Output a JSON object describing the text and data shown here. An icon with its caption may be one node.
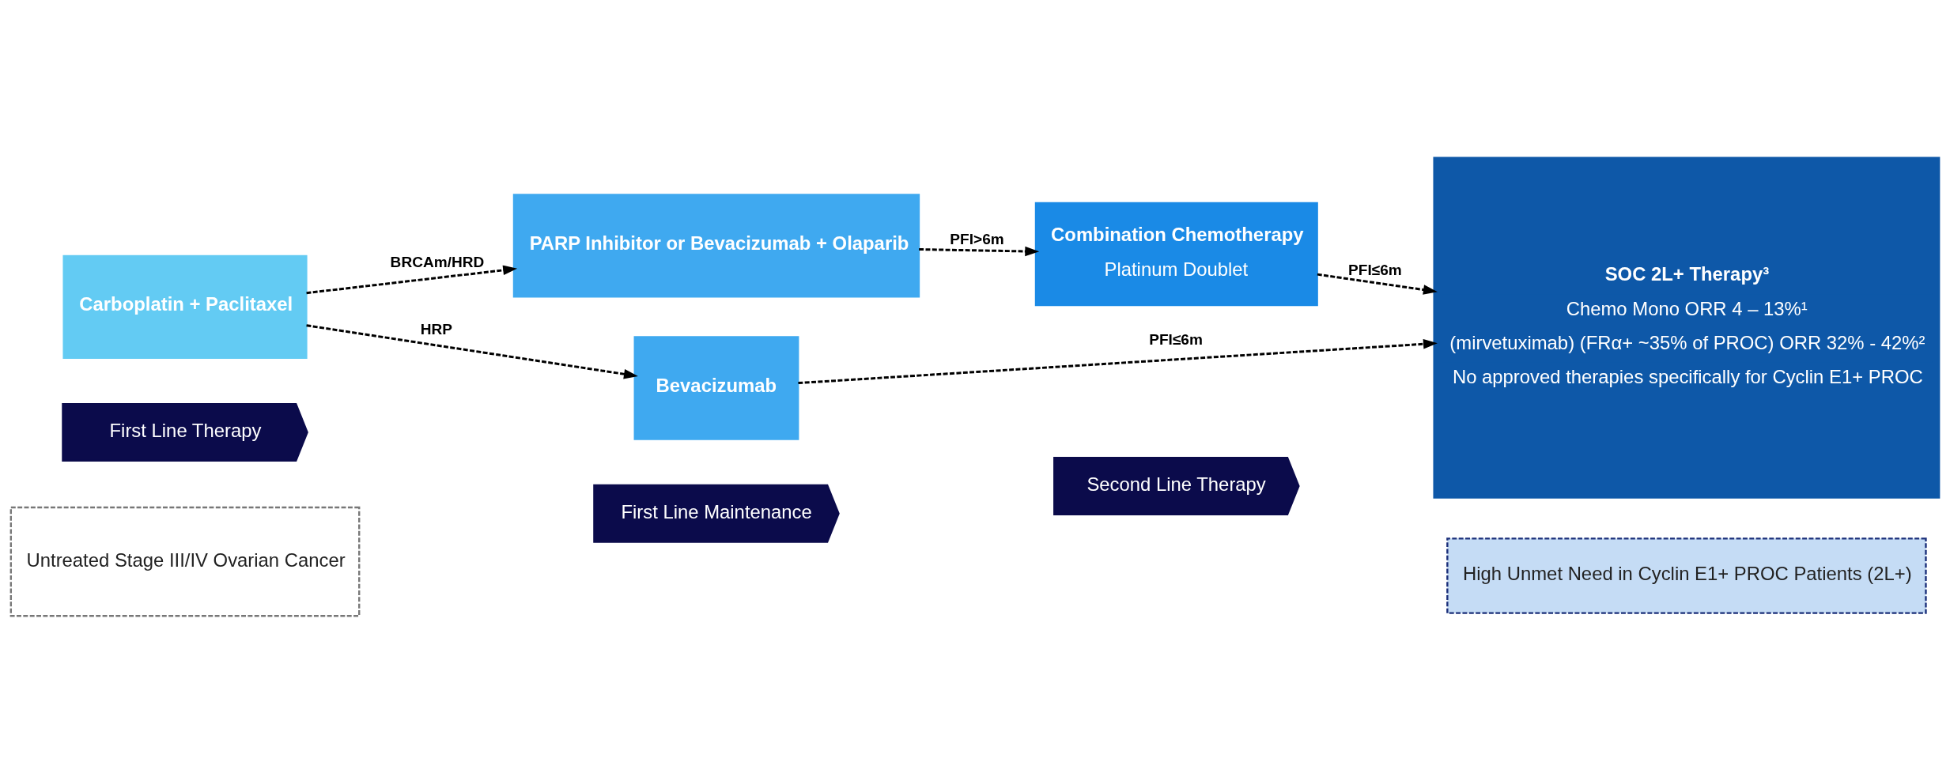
{
  "diagram": {
    "nodes": [
      {
        "text": [
          "Untreated Stage III/IV Ovarian Cancer"
        ]
      },
      {
        "text": [
          "First Line Therapy"
        ]
      },
      {
        "text": [
          "First Line Maintenance"
        ]
      },
      {
        "text": [
          "Second Line Therapy"
        ]
      },
      {
        "text": [
          "High Unmet Need in Cyclin E1+ PROC Patients (2L+)"
        ]
      },
      {
        "text": [
          "Carboplatin + Paclitaxel"
        ]
      },
      {
        "text": [
          "PARP Inhibitor or Bevacizumab + Olaparib"
        ]
      },
      {
        "text": [
          "Bevacizumab"
        ]
      },
      {
        "text": [
          "Combination Chemotherapy",
          "Platinum Doublet"
        ]
      },
      {
        "text": [
          "SOC 2L+ Therapy³",
          "Chemo Mono ORR 4 – 13%¹",
          "(mirvetuximab) (FRα+ ~35% of PROC) ORR 32% - 42%²",
          "No approved therapies specifically for Cyclin E1+ PROC"
        ]
      }
    ],
    "edges": [
      {
        "from": 5,
        "to": 6,
        "arrow": "to",
        "style": "dashed",
        "label": "BRCAm/HRD"
      },
      {
        "from": 5,
        "to": 7,
        "arrow": "to",
        "style": "dashed",
        "label": "HRP"
      },
      {
        "from": 6,
        "to": 8,
        "arrow": "to",
        "style": "dashed",
        "label": "PFI>6m"
      },
      {
        "from": 8,
        "to": 9,
        "arrow": "to",
        "style": "dashed",
        "label": "PFI≤6m"
      },
      {
        "from": 7,
        "to": 9,
        "arrow": "to",
        "style": "dashed",
        "label": "PFI≤6m"
      }
    ]
  }
}
